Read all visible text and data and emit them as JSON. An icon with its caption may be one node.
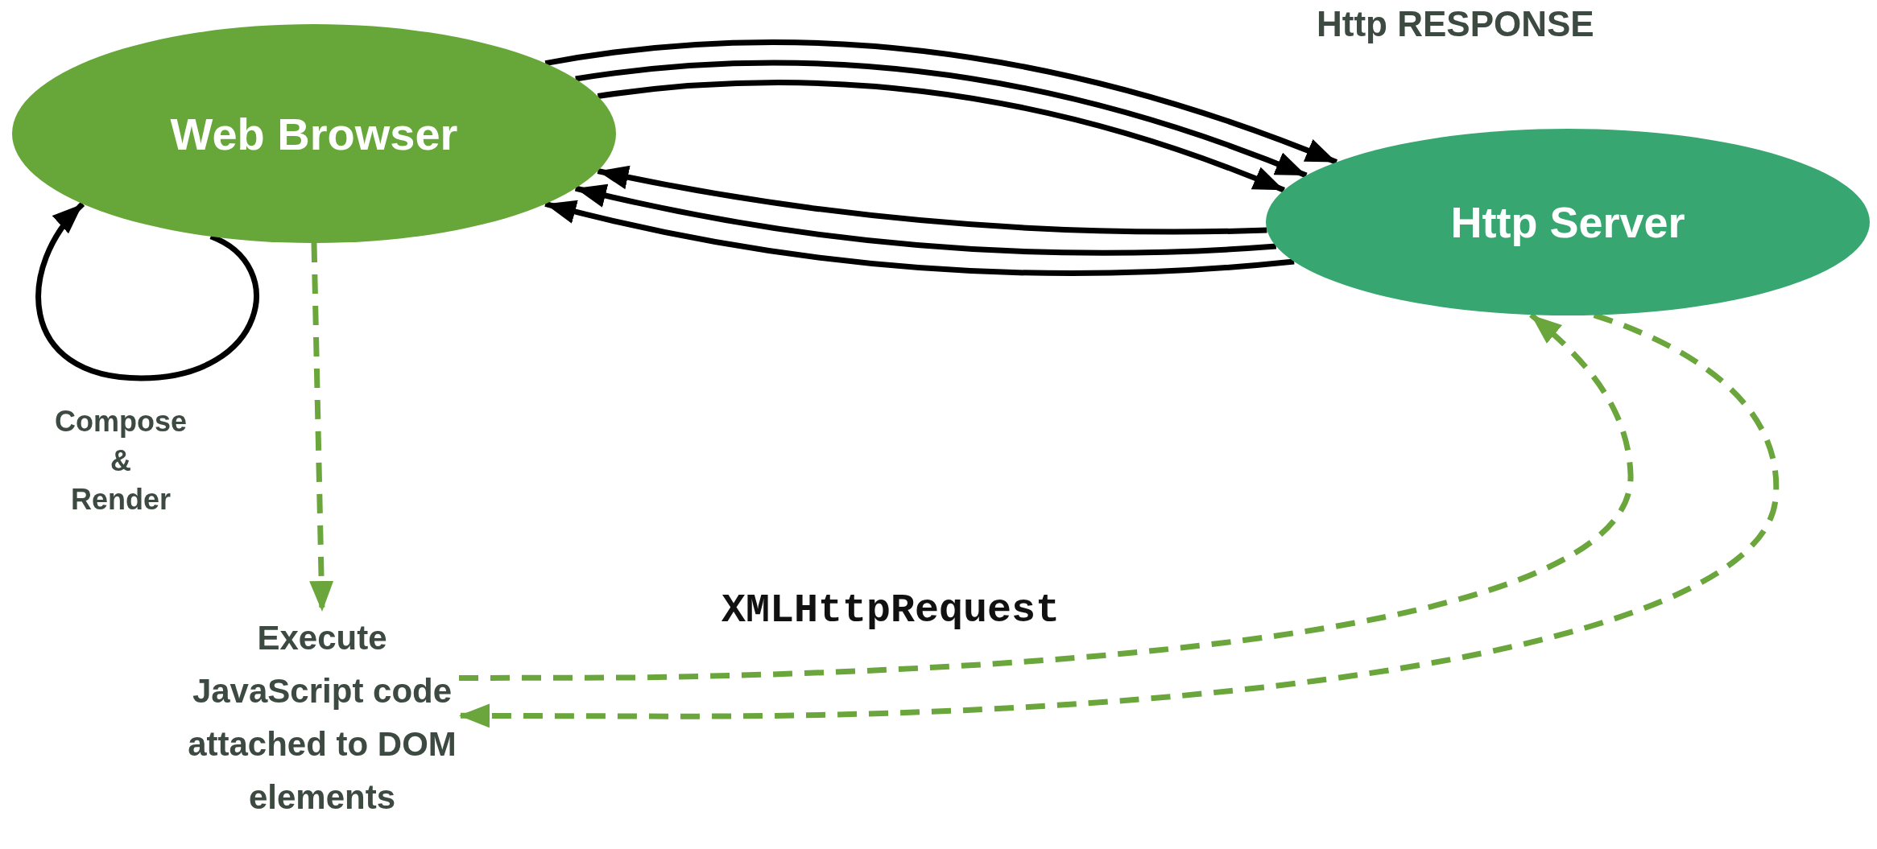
{
  "diagram": {
    "nodes": [
      {
        "text": [
          "Web Browser"
        ]
      },
      {
        "text": [
          "Http Server"
        ]
      },
      {
        "text": [
          "Execute JavaScript code attached to DOM elements"
        ]
      }
    ],
    "edges": [
      {
        "from": 0,
        "to": 1,
        "arrow": "to"
      },
      {
        "from": 0,
        "to": 1,
        "arrow": "to"
      },
      {
        "from": 0,
        "to": 1,
        "arrow": "to"
      },
      {
        "from": 1,
        "to": 0,
        "arrow": "to"
      },
      {
        "from": 1,
        "to": 0,
        "arrow": "to"
      },
      {
        "from": 1,
        "to": 0,
        "arrow": "to"
      },
      {
        "from": 0,
        "to": 0,
        "arrow": "to"
      },
      {
        "from": 0,
        "to": 2,
        "arrow": "to",
        "style": "dashed",
        "color": "#6aa63c"
      },
      {
        "from": 2,
        "to": 1,
        "arrow": "to",
        "style": "dashed",
        "color": "#6aa63c"
      },
      {
        "from": 1,
        "to": 2,
        "arrow": "to",
        "style": "dashed",
        "color": "#6aa63c"
      }
    ],
    "labels": [
      "Http RESPONSE",
      "XMLHttpRequest",
      "Compose & Render"
    ]
  }
}
